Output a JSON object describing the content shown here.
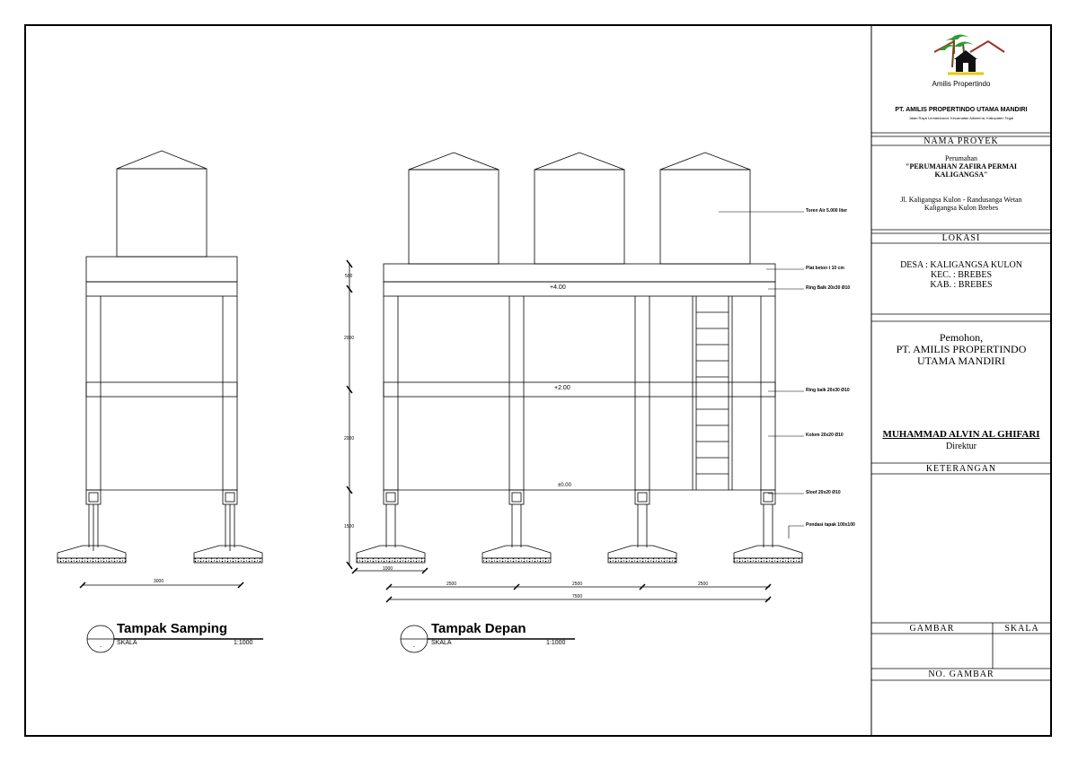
{
  "views": {
    "side": {
      "title": "Tampak Samping",
      "scale_label": "SKALA",
      "scale_value": "1:1000",
      "dim_width": "3000"
    },
    "front": {
      "title": "Tampak Depan",
      "scale_label": "SKALA",
      "scale_value": "1:1000",
      "dims_bottom": [
        "1000",
        "2500",
        "2500",
        "2500",
        "7500"
      ],
      "dims_left": [
        "500",
        "2000",
        "2000",
        "1500"
      ],
      "levels": [
        "+4.00",
        "+2.00",
        "±0.00"
      ]
    }
  },
  "annotations": [
    "Toren Air 5.000 liter",
    "Plat beton t 10 cm",
    "Ring Balk 20x30 Ø10",
    "Ring balk 20x30 Ø10",
    "Kolom 20x20 Ø10",
    "Sloof 20x20 Ø10",
    "Pondasi tapak 100x100"
  ],
  "title_block": {
    "logo_text": "Amilis Propertindo",
    "company": "PT. AMILIS PROPERTINDO UTAMA MANDIRI",
    "address": "Jalan Raya Lemahduwur, Kecamatan Adiwerna, Kabupaten Tegal",
    "project_header": "NAMA PROYEK",
    "project_line1": "Perumahan",
    "project_line2": "\"PERUMAHAN ZAFIRA PERMAI",
    "project_line3": "KALIGANGSA\"",
    "project_addr1": "Jl. Kaligangsa Kulon - Randusanga Wetan",
    "project_addr2": "Kaligangsa Kulon Brebes",
    "location_header": "LOKASI",
    "loc_desa": "DESA : KALIGANGSA KULON",
    "loc_kec": "KEC. : BREBES",
    "loc_kab": "KAB. : BREBES",
    "applicant_label": "Pemohon,",
    "applicant_1": "PT. AMILIS PROPERTINDO",
    "applicant_2": "UTAMA MANDIRI",
    "signer_name": "MUHAMMAD ALVIN AL GHIFARI",
    "signer_title": "Direktur",
    "notes_header": "KETERANGAN",
    "drawing_header": "GAMBAR",
    "scale_header": "SKALA",
    "number_header": "NO. GAMBAR"
  }
}
